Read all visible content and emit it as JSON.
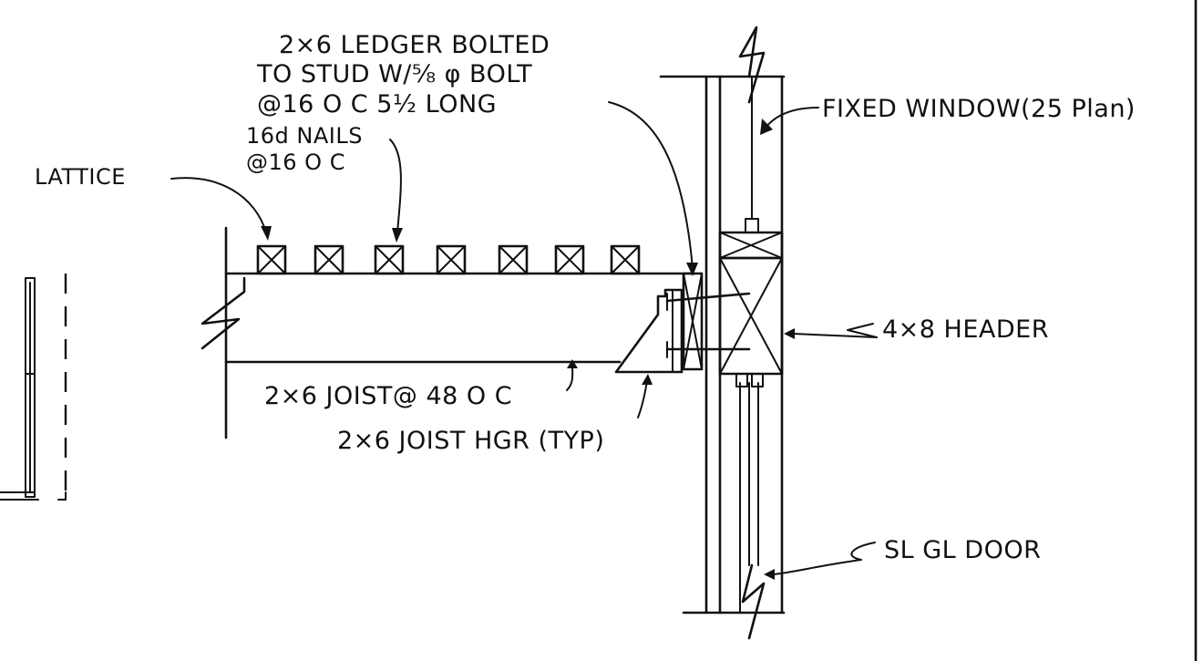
{
  "labels": {
    "ledger_line1": "2×6 LEDGER BOLTED",
    "ledger_line2": "TO STUD W/⅝ φ BOLT",
    "ledger_line3": "@16 O C  5½ LONG",
    "nails_line1": "16d NAILS",
    "nails_line2": "@16 O C",
    "lattice": "LATTICE",
    "fixed_window": "FIXED WINDOW(25 Plan)",
    "header": "4×8 HEADER",
    "joist": "2×6 JOIST@ 48 O C",
    "joist_hanger": "2×6  JOIST HGR (TYP)",
    "sliding_door": "SL GL DOOR"
  }
}
